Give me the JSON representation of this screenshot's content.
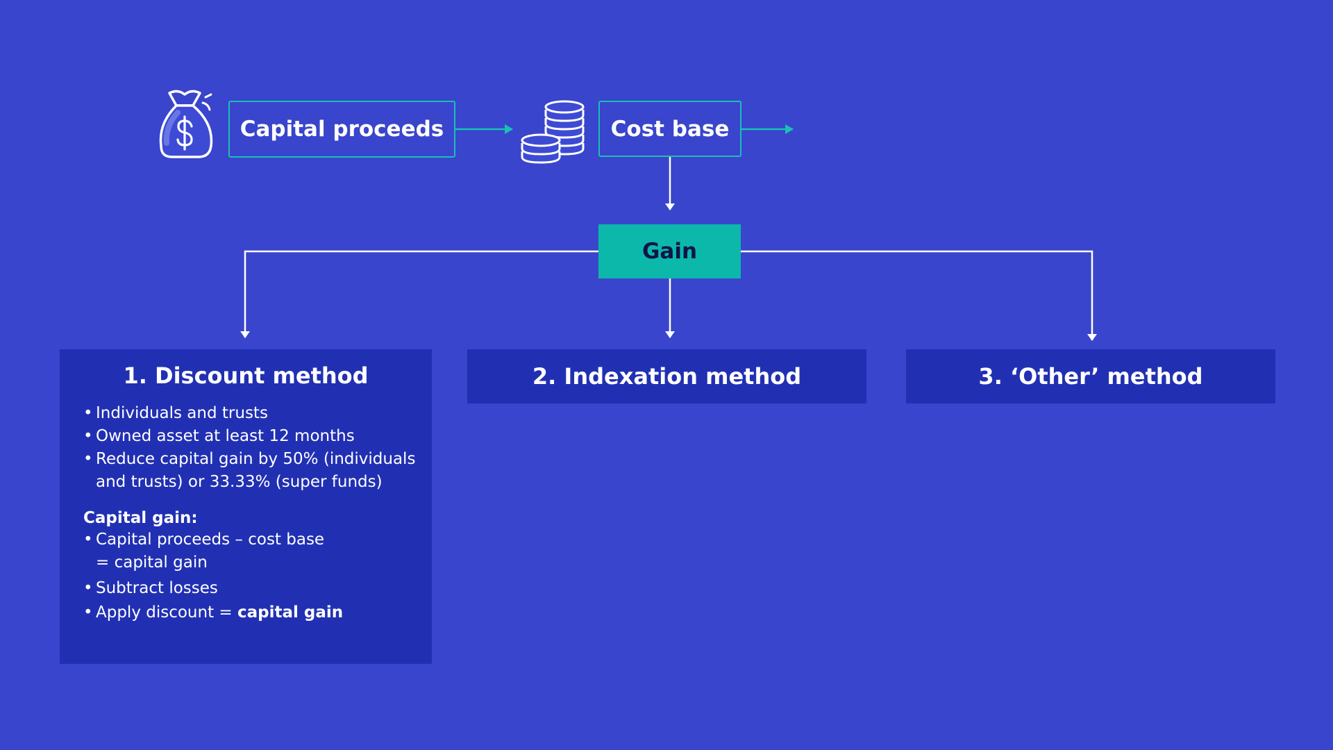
{
  "flow": {
    "capital_proceeds": "Capital proceeds",
    "cost_base": "Cost base",
    "gain": "Gain"
  },
  "icons": {
    "money_bag": "money-bag-icon",
    "coins": "coin-stack-icon"
  },
  "methods": [
    {
      "title": "1. Discount method",
      "bullets": [
        "Individuals and trusts",
        "Owned asset at least 12 months",
        "Reduce capital gain by 50% (individuals and trusts) or 33.33% (super funds)"
      ],
      "capital_gain_heading": "Capital gain:",
      "capital_gain_steps": [
        "Capital proceeds – cost base = capital gain",
        "Subtract losses"
      ],
      "final_step_prefix": "Apply discount = ",
      "final_step_bold": "capital gain"
    },
    {
      "title": "2. Indexation method"
    },
    {
      "title": "3. ‘Other’ method"
    }
  ],
  "colors": {
    "background": "#3945cc",
    "panel": "#2130b3",
    "teal": "#0cb8aa",
    "teal_border": "#19c0b6",
    "line": "#ffffff"
  }
}
